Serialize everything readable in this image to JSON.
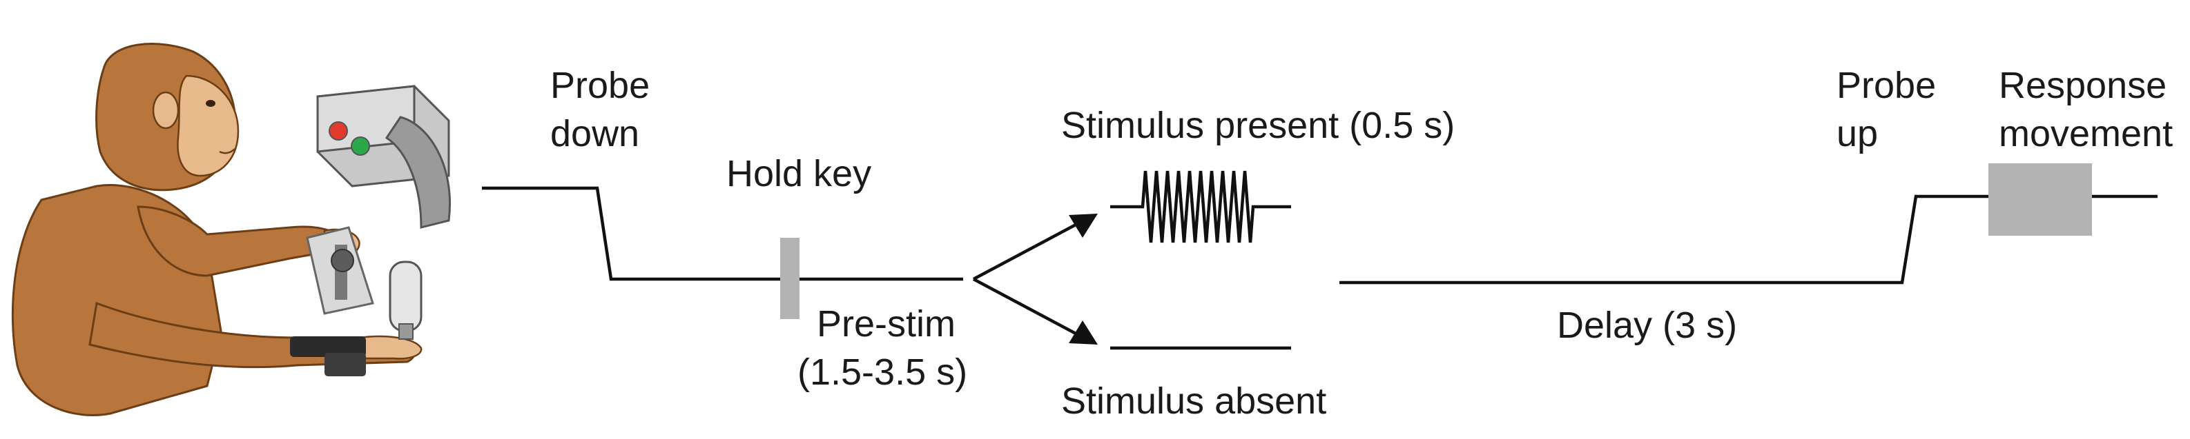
{
  "labels": {
    "probe_down": [
      "Probe",
      "down"
    ],
    "hold_key": "Hold key",
    "pre_stim": [
      "Pre-stim",
      "(1.5-3.5 s)"
    ],
    "stimulus_present": "Stimulus present (0.5 s)",
    "stimulus_absent": "Stimulus absent",
    "delay": "Delay (3 s)",
    "probe_up": [
      "Probe",
      "up"
    ],
    "response_movement": [
      "Response",
      "movement"
    ]
  },
  "colors": {
    "trace": "#111111",
    "marker_gray": "#b3b3b3",
    "monkey_fur": "#b8763c",
    "monkey_face": "#e8b98a",
    "red_light": "#e23b2e",
    "green_light": "#2aa84a"
  },
  "illustration": {
    "subject": "monkey-illustration",
    "apparatus": [
      "light-panel",
      "hold-key",
      "vibration-probe",
      "wrist-restraint"
    ]
  }
}
